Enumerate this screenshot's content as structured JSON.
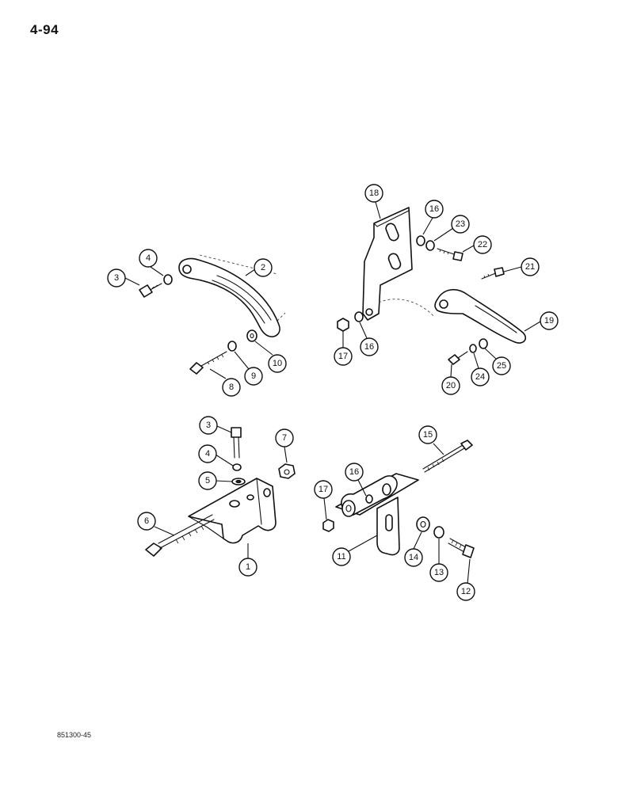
{
  "page": {
    "number": "4-94",
    "figure_code": "851300-45"
  },
  "callouts": [
    {
      "id": "c1",
      "label": "1"
    },
    {
      "id": "c2",
      "label": "2"
    },
    {
      "id": "c3a",
      "label": "3"
    },
    {
      "id": "c3b",
      "label": "3"
    },
    {
      "id": "c4a",
      "label": "4"
    },
    {
      "id": "c4b",
      "label": "4"
    },
    {
      "id": "c5",
      "label": "5"
    },
    {
      "id": "c6",
      "label": "6"
    },
    {
      "id": "c7",
      "label": "7"
    },
    {
      "id": "c8",
      "label": "8"
    },
    {
      "id": "c9",
      "label": "9"
    },
    {
      "id": "c10",
      "label": "10"
    },
    {
      "id": "c11",
      "label": "11"
    },
    {
      "id": "c12",
      "label": "12"
    },
    {
      "id": "c13",
      "label": "13"
    },
    {
      "id": "c14",
      "label": "14"
    },
    {
      "id": "c15",
      "label": "15"
    },
    {
      "id": "c16a",
      "label": "16"
    },
    {
      "id": "c16b",
      "label": "16"
    },
    {
      "id": "c16c",
      "label": "16"
    },
    {
      "id": "c17a",
      "label": "17"
    },
    {
      "id": "c17b",
      "label": "17"
    },
    {
      "id": "c18",
      "label": "18"
    },
    {
      "id": "c19",
      "label": "19"
    },
    {
      "id": "c20",
      "label": "20"
    },
    {
      "id": "c21",
      "label": "21"
    },
    {
      "id": "c22",
      "label": "22"
    },
    {
      "id": "c23",
      "label": "23"
    },
    {
      "id": "c24",
      "label": "24"
    },
    {
      "id": "c25",
      "label": "25"
    }
  ]
}
